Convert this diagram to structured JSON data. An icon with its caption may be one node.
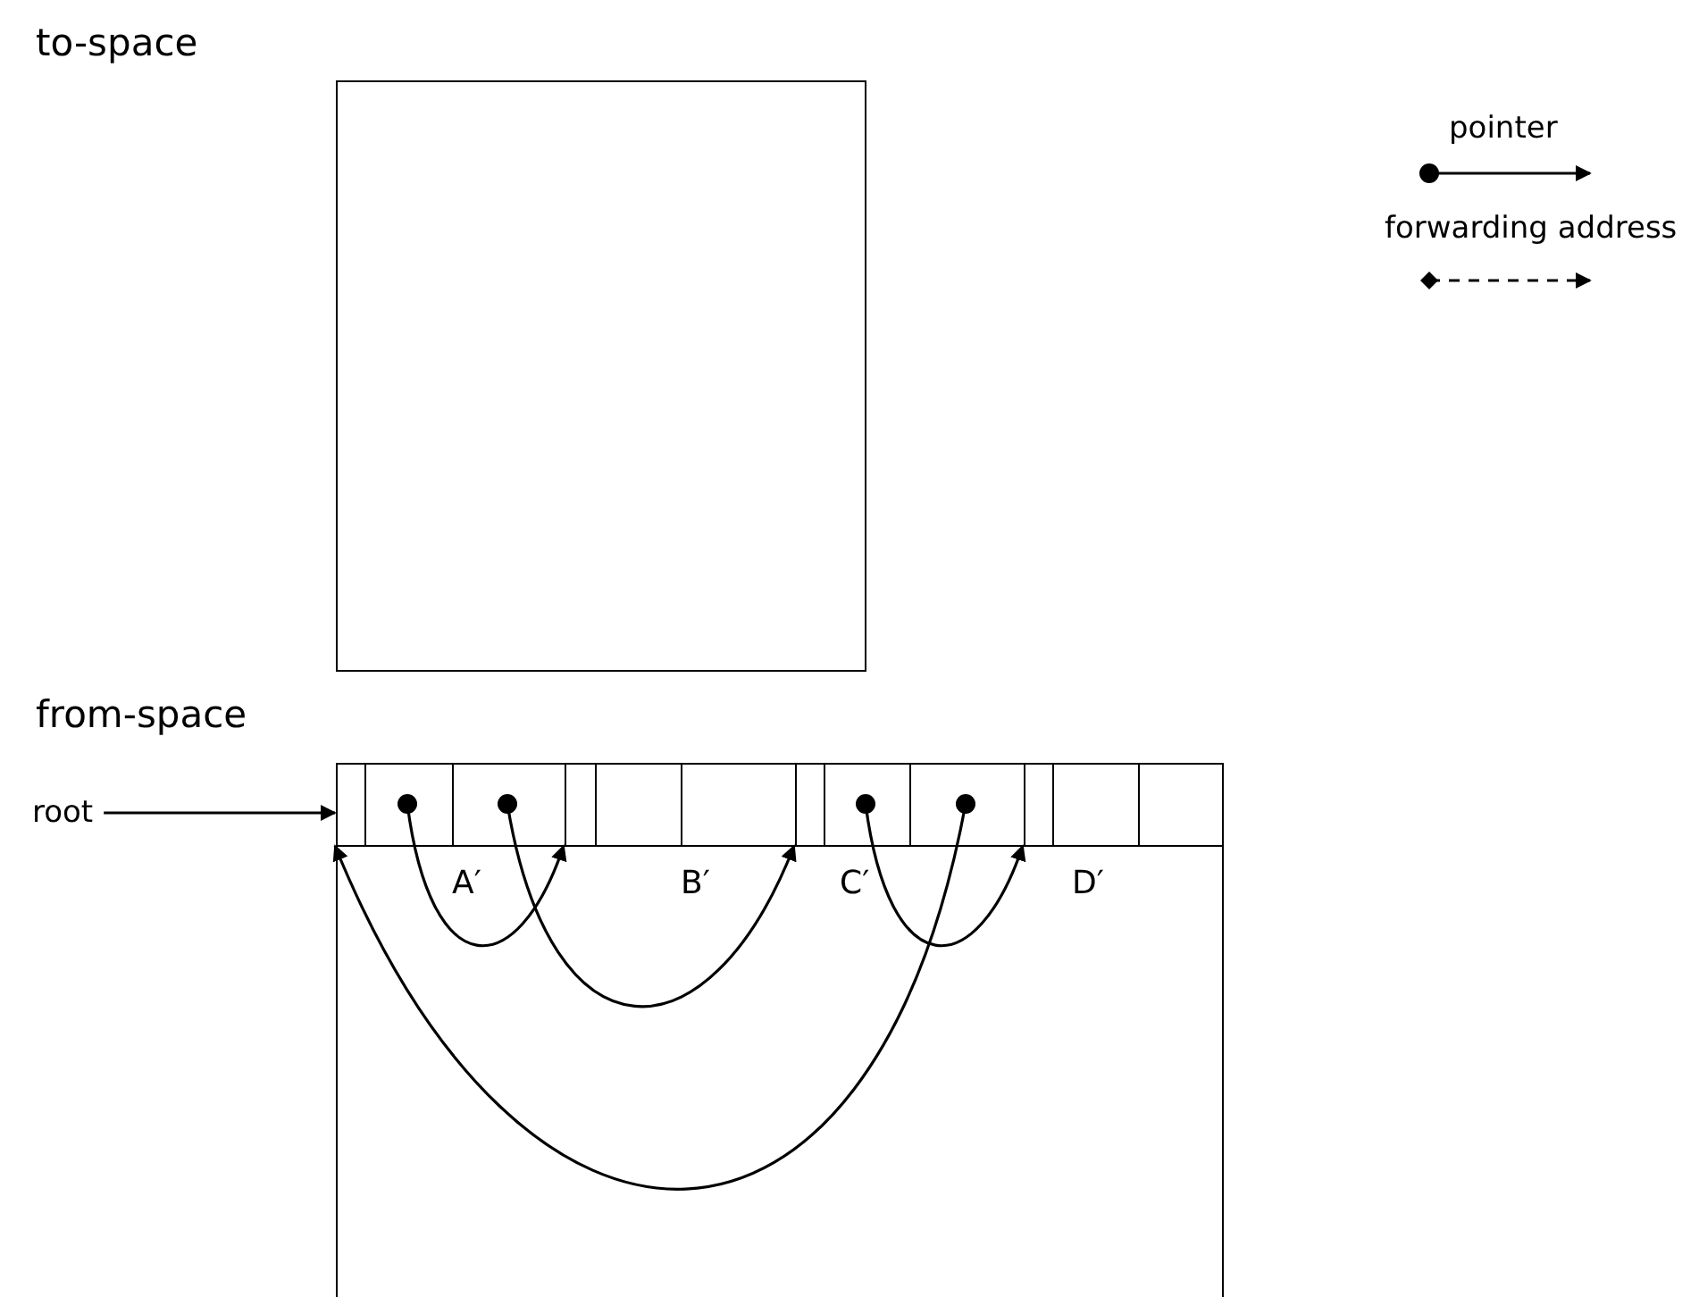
{
  "diagram": {
    "nodes": [
      {
        "text": [
          "to-space"
        ]
      },
      {
        "text": [
          "from-space"
        ]
      },
      {
        "text": [
          "root"
        ]
      },
      {
        "text": [],
        "shape": "box",
        "in": 1
      },
      {
        "text": [],
        "shape": "box",
        "in": 1
      },
      {
        "text": [],
        "shape": "box",
        "in": 1
      },
      {
        "text": [],
        "shape": "box",
        "in": 1
      },
      {
        "text": [],
        "shape": "box",
        "in": 1
      },
      {
        "text": [],
        "shape": "box",
        "in": 1
      },
      {
        "text": [],
        "shape": "box",
        "in": 1
      },
      {
        "text": [],
        "shape": "box",
        "in": 1
      },
      {
        "text": [],
        "shape": "box",
        "in": 1
      },
      {
        "text": [],
        "shape": "box",
        "in": 1
      },
      {
        "text": [],
        "shape": "box",
        "in": 1
      },
      {
        "text": [],
        "shape": "box",
        "in": 1
      }
    ],
    "edges": [
      {
        "from": 2,
        "to": 3,
        "arrow": "to"
      },
      {
        "from": 4,
        "to": 6,
        "arrow": "to"
      },
      {
        "from": 5,
        "to": 9,
        "arrow": "to"
      },
      {
        "from": 10,
        "to": 12,
        "arrow": "to"
      },
      {
        "from": 11,
        "to": 3,
        "arrow": "to"
      }
    ],
    "labels": [
      "A′",
      "B′",
      "C′",
      "D′"
    ],
    "legend": [
      {
        "text": "pointer"
      },
      {
        "text": "forwarding address"
      }
    ]
  }
}
